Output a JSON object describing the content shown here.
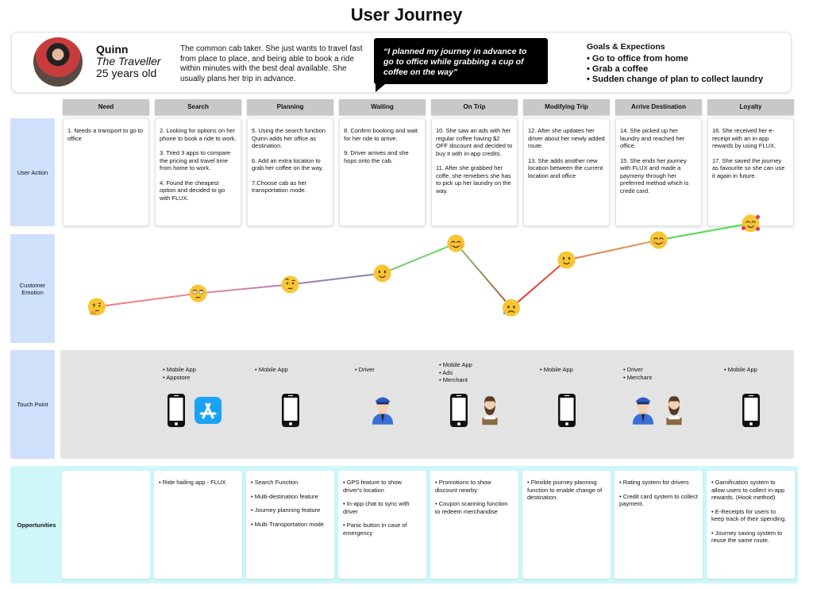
{
  "title": "User Journey",
  "persona": {
    "name": "Quinn",
    "role": "The Traveller",
    "age": "25 years old",
    "description": "The common cab taker. She just wants to travel fast from place to place, and being able to book a ride within minutes with the best deal available. She usually plans her trip in advance.",
    "quote": "“I planned my journey in advance to go to office while grabbing a cup of coffee on the way”",
    "goals_title": "Goals & Expections",
    "goals": [
      "Go to office from home",
      "Grab a coffee",
      "Sudden change of plan to collect laundry"
    ]
  },
  "row_labels": {
    "user_action": "User Action",
    "emotion": "Customer Emotion",
    "touch_point": "Touch Point",
    "opportunities": "Opportunities"
  },
  "stages": [
    {
      "name": "Need",
      "actions": [
        "1. Needs a transport to go to office"
      ],
      "touchpoints": [],
      "icons": [],
      "opportunities": []
    },
    {
      "name": "Search",
      "actions": [
        "2. Looking for options on her phone to book a ride to work.",
        "3. Tried 3 apps to compare the pricing and travel time from home to work.",
        "4. Found the cheapest option and decided to go with FLUX."
      ],
      "touchpoints": [
        "Mobile App",
        "Appstore"
      ],
      "icons": [
        "phone",
        "appstore"
      ],
      "opportunities": [
        "Ride hailing app - FLUX"
      ]
    },
    {
      "name": "Planning",
      "actions": [
        "5. Using the search function Quinn adds her office as destination.",
        "6. Add an extra location to grab her coffee on the way.",
        "7.Choose cab as her transportation mode."
      ],
      "touchpoints": [
        "Mobile App"
      ],
      "icons": [
        "phone"
      ],
      "opportunities": [
        "Search Function",
        "Multi-destination feature",
        "Journey planning feature",
        "Multi-Transportation mode"
      ]
    },
    {
      "name": "Waiting",
      "actions": [
        "8. Confirm booking and wait for her ride to arrive.",
        "9. Driver arrives and she hops onto the cab."
      ],
      "touchpoints": [
        "Driver"
      ],
      "icons": [
        "driver"
      ],
      "opportunities": [
        "GPS feature to show driver's location",
        "In-app chat to sync with driver",
        "Panic button in case of emergency"
      ]
    },
    {
      "name": "On Trip",
      "actions": [
        "10. She saw an ads with her regular coffee having $2 OFF discount and decided to buy it with in-app credits.",
        "11. After she grabbed her coffe, she  remebers she has to pick up her laundry on the way."
      ],
      "touchpoints": [
        "Mobile App",
        "Ads",
        "Merchant"
      ],
      "icons": [
        "phone",
        "merchant"
      ],
      "opportunities": [
        "Promotions to show discount nearby",
        "Coupon scanning function to redeem merchandise"
      ]
    },
    {
      "name": "Modifying Trip",
      "actions": [
        "12. After she updates her driver about her newly added route.",
        "13. She adds another new location between the current location and office"
      ],
      "touchpoints": [
        "Mobile App"
      ],
      "icons": [
        "phone"
      ],
      "opportunities": [
        "Flexible journey planning function to enable change of destination."
      ]
    },
    {
      "name": "Arrive Destination",
      "actions": [
        "14. She picked up her laundry and reached her office.",
        "15. She ends her journey with FLUX and made a paymeny through her preferred method which is credit card."
      ],
      "touchpoints": [
        "Driver",
        "Merchant"
      ],
      "icons": [
        "driver",
        "merchant"
      ],
      "opportunities": [
        "Rating system for drivers",
        "Credit card system to collect payment."
      ]
    },
    {
      "name": "Loyalty",
      "actions": [
        "16. She received her e-receipt with an in-app rewards by using FLUX.",
        "17. She saved the journey as favourite so she can use it again in future."
      ],
      "touchpoints": [
        "Mobile App"
      ],
      "icons": [
        "phone"
      ],
      "opportunities": [
        "Gamification system to allow users to collect in-app rewards. (Hook method)",
        "E-Receipts for users to keep track of their spending.",
        "Journey saving system to reuse the same route."
      ]
    }
  ],
  "emotion_curve": {
    "scale": [
      0,
      10
    ],
    "points": [
      {
        "stage": -0.1,
        "score": 2.4,
        "emoji": "thinking"
      },
      {
        "stage": 1,
        "score": 3.6,
        "emoji": "eye-roll"
      },
      {
        "stage": 2,
        "score": 4.4,
        "emoji": "raised-eyebrow"
      },
      {
        "stage": 3,
        "score": 5.4,
        "emoji": "slight-smile"
      },
      {
        "stage": 3.8,
        "score": 8.1,
        "emoji": "happy"
      },
      {
        "stage": 4.4,
        "score": 2.3,
        "emoji": "worried-sweat"
      },
      {
        "stage": 5,
        "score": 6.6,
        "emoji": "slight-smile"
      },
      {
        "stage": 6,
        "score": 8.4,
        "emoji": "happy"
      },
      {
        "stage": 7,
        "score": 9.9,
        "emoji": "love"
      }
    ],
    "segment_colors": [
      [
        "#f07c7c",
        "#e88a8a"
      ],
      [
        "#e88a8a",
        "#b27ab8"
      ],
      [
        "#a07ab8",
        "#7f8aa0"
      ],
      [
        "#7fc07f",
        "#5be05b"
      ],
      [
        "#6fd06f",
        "#c0503a"
      ],
      [
        "#e03030",
        "#e05a3a"
      ],
      [
        "#e07a50",
        "#d8a060"
      ],
      [
        "#60d060",
        "#3ee83e"
      ]
    ]
  },
  "colors": {
    "row_label": "#cfe0fb",
    "stage_header": "#c8c8c8",
    "touch_bg": "#e3e3e3",
    "opp_bg": "#cff7fa",
    "emoji": "#f7c634"
  }
}
